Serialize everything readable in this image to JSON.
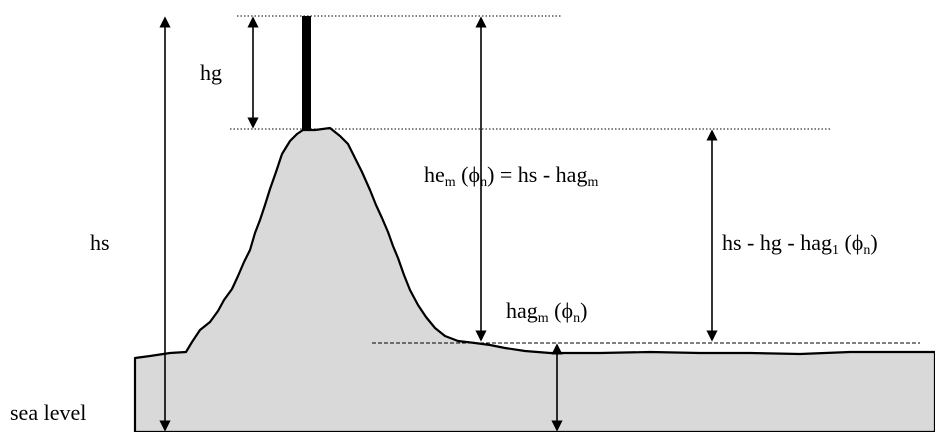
{
  "labels": {
    "hg": "hg",
    "hs": "hs",
    "sea_level": "sea level",
    "he_base": "he",
    "he_sub": "m",
    "he_mid": " (ϕ",
    "he_n": "n",
    "he_tail": ") = hs - hag",
    "he_tail_sub": "m",
    "hsgg_base": "hs - hg - hag",
    "hsgg_sub": "1",
    "hsgg_mid": " (ϕ",
    "hsgg_n": "n",
    "hsgg_close": ")",
    "hag_base": "hag",
    "hag_sub": "m",
    "hag_mid": " (ϕ",
    "hag_n": "n",
    "hag_close": ")"
  },
  "colors": {
    "terrain_fill": "#d9d9d9",
    "line": "#000000"
  }
}
